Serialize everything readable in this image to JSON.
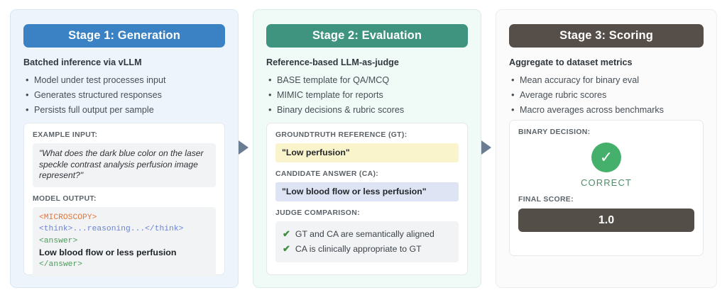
{
  "stages": [
    {
      "id": "generation",
      "header": "Stage 1: Generation",
      "subtitle": "Batched inference via vLLM",
      "bullets": [
        "Model under test processes input",
        "Generates structured responses",
        "Persists full output per sample"
      ],
      "card": {
        "input_label": "EXAMPLE INPUT:",
        "input_text": "\"What does the dark blue color on the laser speckle contrast analysis perfusion image represent?\"",
        "output_label": "MODEL OUTPUT:",
        "code": {
          "line1": "<MICROSCOPY>",
          "line2": "<think>...reasoning...</think>",
          "line3": "<answer>",
          "line4": "Low blood flow or less perfusion",
          "line5": "</answer>"
        }
      },
      "colors": {
        "header_bg": "#3a82c4",
        "panel_bg": "#eef4fb"
      }
    },
    {
      "id": "evaluation",
      "header": "Stage 2: Evaluation",
      "subtitle": "Reference-based LLM-as-judge",
      "bullets": [
        "BASE template for QA/MCQ",
        "MIMIC template for reports",
        "Binary decisions & rubric scores"
      ],
      "card": {
        "gt_label": "GROUNDTRUTH REFERENCE (GT):",
        "gt_text": "\"Low perfusion\"",
        "ca_label": "CANDIDATE ANSWER (CA):",
        "ca_text": "\"Low blood flow or less perfusion\"",
        "judge_label": "JUDGE COMPARISON:",
        "judge_items": [
          "GT and CA are semantically aligned",
          "CA is clinically appropriate to GT"
        ],
        "check_glyph": "✔"
      },
      "colors": {
        "header_bg": "#3f9480",
        "panel_bg": "#f0faf6",
        "gt_bg": "#faf4cd",
        "ca_bg": "#dee4f4",
        "check": "#3f8c42"
      }
    },
    {
      "id": "scoring",
      "header": "Stage 3: Scoring",
      "subtitle": "Aggregate to dataset metrics",
      "bullets": [
        "Mean accuracy for binary eval",
        "Average rubric scores",
        "Macro averages across benchmarks"
      ],
      "card": {
        "decision_label": "BINARY DECISION:",
        "badge_glyph": "✓",
        "verdict": "CORRECT",
        "score_label": "FINAL SCORE:",
        "score_value": "1.0"
      },
      "colors": {
        "header_bg": "#564f49",
        "panel_bg": "#fbfbfb",
        "badge": "#45b06b",
        "score_bg": "#544e48"
      }
    }
  ],
  "arrows": {
    "glyph": "▶",
    "color": "#6b7d92"
  }
}
